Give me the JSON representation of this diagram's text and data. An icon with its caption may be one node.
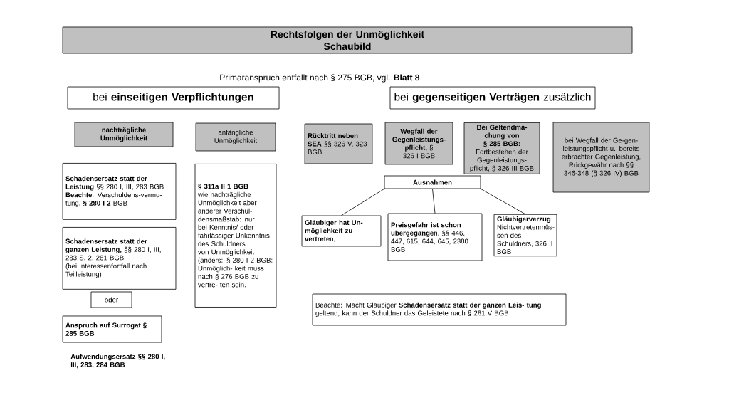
{
  "diagram": {
    "nodes": [
      {
        "text": [
          "Rechtsfolgen der Unmöglichkeit",
          "Schaubild"
        ]
      },
      {
        "text": [
          "bei **einseitigen Verpflichtungen**"
        ]
      },
      {
        "text": [
          "bei **gegenseitigen Verträgen** zusätzlich"
        ]
      },
      {
        "text": [
          "nachträgliche Unmöglichkeit"
        ]
      },
      {
        "text": [
          "anfängliche Unmöglichkeit"
        ]
      },
      {
        "text": [
          "**Schadensersatz statt der Leistung** §§ 280 I, III, 283 BGB",
          "**Beachte**: Verschuldens-vermu- tung, **§ 280 I 2** BGB"
        ]
      },
      {
        "text": [
          "**Schadensersatz statt der ganzen Leistung,** §§ 280 I, III, 283 S. 2, 281 BGB",
          "(bei Interessenfortfall nach Teilleistung)"
        ]
      },
      {
        "text": [
          "oder"
        ]
      },
      {
        "text": [
          "Anspruch auf Surrogat § 285 BGB"
        ]
      },
      {
        "text": [
          "**§ 311a II 1 BGB**",
          "wie nachträgliche Unmöglichkeit aber anderer Verschul- densmaßstab: nur bei Kenntnis/ oder fahrlässiger Unkenntnis des Schuldners von Unmöglichkeit (anders: § 280 I 2 BGB: Unmöglich- keit muss nach § 276 BGB zu vertre- ten sein."
        ]
      },
      {
        "text": [
          "**Rücktritt neben SEA** §§ 326 V, 323 BGB"
        ]
      },
      {
        "text": [
          "**Wegfall der Gegenleistungs- pflicht,** § 326 I BGB"
        ]
      },
      {
        "text": [
          "Bei Geltendma- chung von § 285 BGB:",
          "Fortbestehen der Gegenleistungs- pflicht, § 326 III BGB"
        ]
      },
      {
        "text": [
          "bei Wegfall der Ge-gen- leistungspflicht u. bereits erbrachter Gegenleistung,",
          "Rückgewähr nach §§ 346-348 (§ 326 IV) BGB"
        ]
      },
      {
        "text": [
          "Ausnahmen"
        ]
      },
      {
        "text": [
          "**Gläubiger hat Un- möglichkeit zu vertrete**n,"
        ]
      },
      {
        "text": [
          "**Preisgefahr ist schon übergegange**n, §§ 446, 447, 615, 644, 645, 2380 BGB"
        ]
      },
      {
        "text": [
          "**Gläubigerverzug** Nichtvertretenmüs- sen des Schuldners, 326 II BGB"
        ]
      },
      {
        "text": [
          "Beachte: Macht Gläubiger **Schadensersatz statt der ganzen Leis- tung** geltend, kann der Schuldner das Geleistete nach § 281 V BGB"
        ]
      }
    ],
    "edges": [
      {
        "from": 14,
        "to": 15,
        "arrow": "none"
      },
      {
        "from": 14,
        "to": 16,
        "arrow": "none"
      },
      {
        "from": 14,
        "to": 17,
        "arrow": "none"
      }
    ],
    "labels": [
      "Primäranspruch entfällt nach § 275 BGB, vgl. **Blatt 8**",
      "Aufwendungsersatz §§ 280 I, III, 283, 284 BGB"
    ]
  }
}
